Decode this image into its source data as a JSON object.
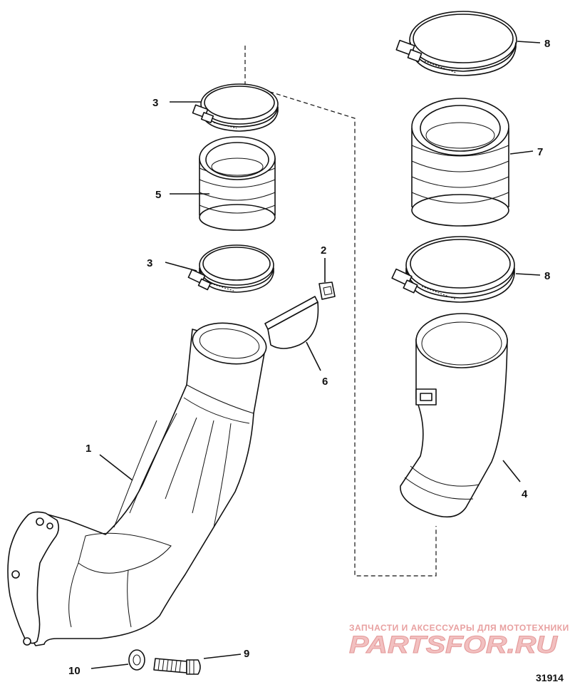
{
  "callouts": {
    "c1": "1",
    "c2": "2",
    "c3a": "3",
    "c3b": "3",
    "c4": "4",
    "c5": "5",
    "c6": "6",
    "c7": "7",
    "c8a": "8",
    "c8b": "8",
    "c9": "9",
    "c10": "10"
  },
  "watermark": {
    "tagline": "ЗАПЧАСТИ И АКСЕССУАРЫ ДЛЯ МОТОТЕХНИКИ",
    "brand": "PARTSFOR.RU",
    "color": "#e49a9a"
  },
  "figure_number": "31914",
  "icons": [
    "exhaust-elbow-icon",
    "hose-clamp-icon",
    "bellows-icon",
    "exhaust-tube-icon",
    "bolt-icon",
    "washer-icon"
  ]
}
